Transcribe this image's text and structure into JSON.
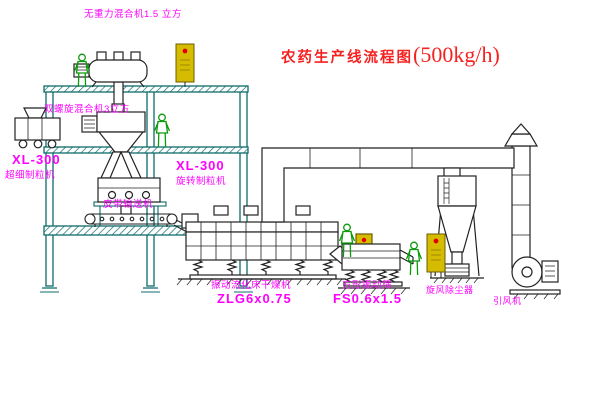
{
  "title": {
    "name": "农药生产线流程图",
    "capacity": "(500kg/h)"
  },
  "labels": {
    "gravity_mixer": "无重力混合机1.5 立方",
    "screw_mixer": "双螺旋混合机3立方",
    "left_granulator_model": "XL-300",
    "left_granulator_name": "超细制粒机",
    "center_granulator_model": "XL-300",
    "center_granulator_name": "旋转制粒机",
    "belt_conveyor": "皮带输送机",
    "fluid_bed_dryer_name": "振动流化床干燥机",
    "fluid_bed_dryer_model": "ZLG6x0.75",
    "vibrating_screen_name": "方形振动筛",
    "vibrating_screen_model": "FS0.6x1.5",
    "cyclone_dust_collector": "旋风除尘器",
    "induced_draft_fan": "引风机"
  },
  "colors": {
    "background": "#ffffff",
    "structure_teal": "#0e6b6b",
    "equipment_line": "#222222",
    "label_magenta": "#ff00ff",
    "title_red": "#f52222",
    "worker_green": "#0a9a0a",
    "panel_yellow": "#d6bc00",
    "indicator_red": "#e00000"
  }
}
